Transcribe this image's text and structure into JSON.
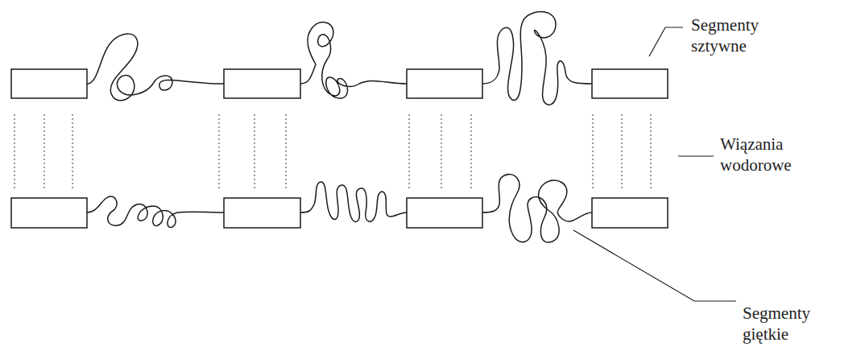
{
  "diagram": {
    "labels": [
      "Segmenty sztywne",
      "Wiązania wodorowe",
      "Segmenty giętkie"
    ]
  }
}
